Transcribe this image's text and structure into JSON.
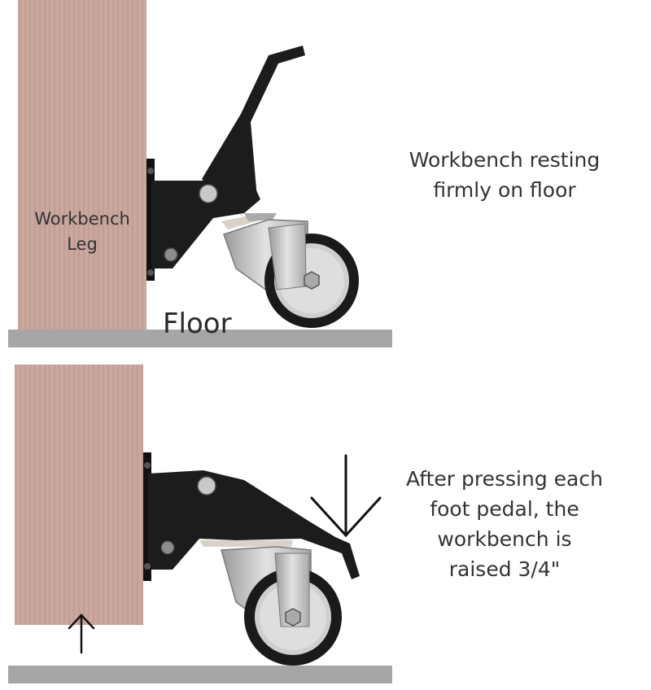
{
  "top_panel": {
    "leg_label_line1": "Workbench",
    "leg_label_line2": "Leg",
    "floor_label": "Floor",
    "caption_line1": "Workbench resting",
    "caption_line2": "firmly on floor"
  },
  "bottom_panel": {
    "caption_line1": "After pressing each",
    "caption_line2": "foot pedal, the",
    "caption_line3": "workbench is",
    "caption_line4": "raised 3/4\""
  },
  "colors": {
    "leg_wood": "#c8a59c",
    "bracket": "#1c1c1c",
    "caster_metal": "#c9c9c9",
    "wheel": "#1a1a1a",
    "floor": "#a6a6a6",
    "text": "#333333"
  }
}
